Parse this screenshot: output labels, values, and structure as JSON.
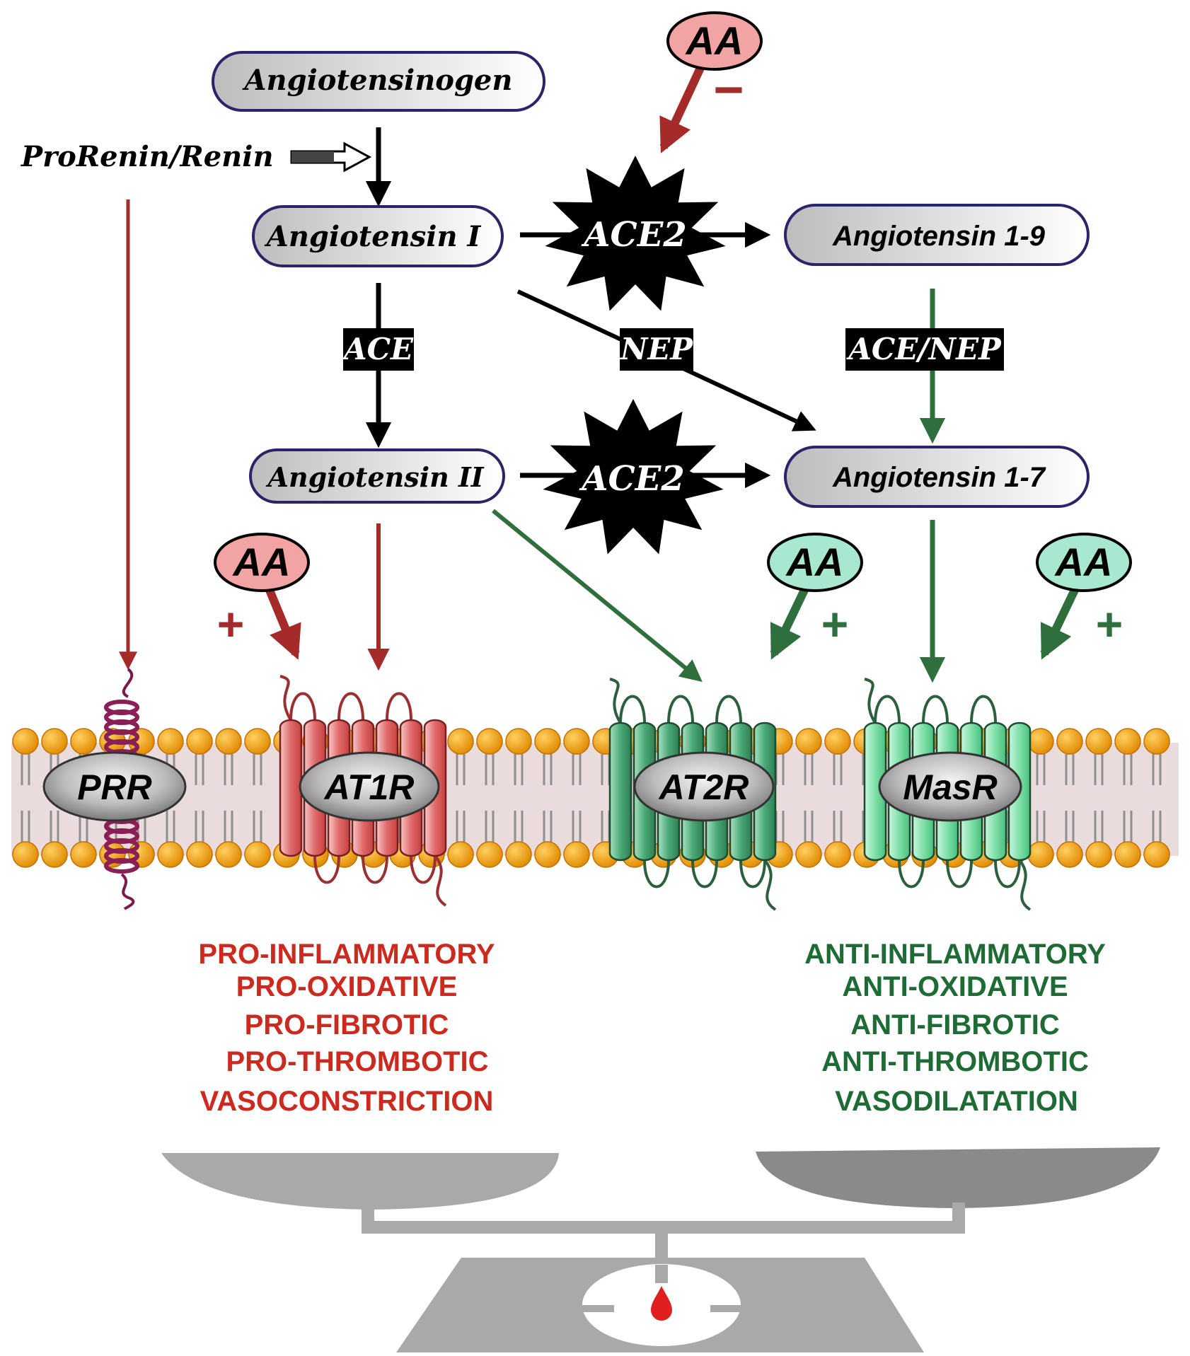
{
  "nodes": {
    "angiotensinogen": "Angiotensinogen",
    "prorenin": "ProRenin/Renin",
    "ang1": "Angiotensin I",
    "ang19": "Angiotensin 1-9",
    "ang2": "Angiotensin II",
    "ang17": "Angiotensin 1-7"
  },
  "enzymes": {
    "ace": "ACE",
    "nep": "NEP",
    "ace_nep": "ACE/NEP",
    "ace2_top": "ACE2",
    "ace2_bottom": "ACE2"
  },
  "modulators": {
    "label": "AA",
    "inhibit_sign": "−",
    "activate_sign": "+"
  },
  "receptors": {
    "prr": "PRR",
    "at1r": "AT1R",
    "at2r": "AT2R",
    "masr": "MasR"
  },
  "effects": {
    "harmful": [
      "PRO-INFLAMMATORY",
      "PRO-OXIDATIVE",
      "PRO-FIBROTIC",
      "PRO-THROMBOTIC",
      "VASOCONSTRICTION"
    ],
    "protective": [
      "ANTI-INFLAMMATORY",
      "ANTI-OXIDATIVE",
      "ANTI-FIBROTIC",
      "ANTI-THROMBOTIC",
      "VASODILATATION"
    ]
  },
  "colors": {
    "harmful": "#a52a2a",
    "harmful_text": "#cc2a1e",
    "protective": "#2f6f3e",
    "protective_text": "#1e6b35",
    "aa_harm_fill": "#f2a3a3",
    "aa_protect_fill": "#a8e8d0",
    "lipid_head": "#f0a010",
    "membrane": "#eadcdc",
    "scale": "#a9a9a9"
  }
}
